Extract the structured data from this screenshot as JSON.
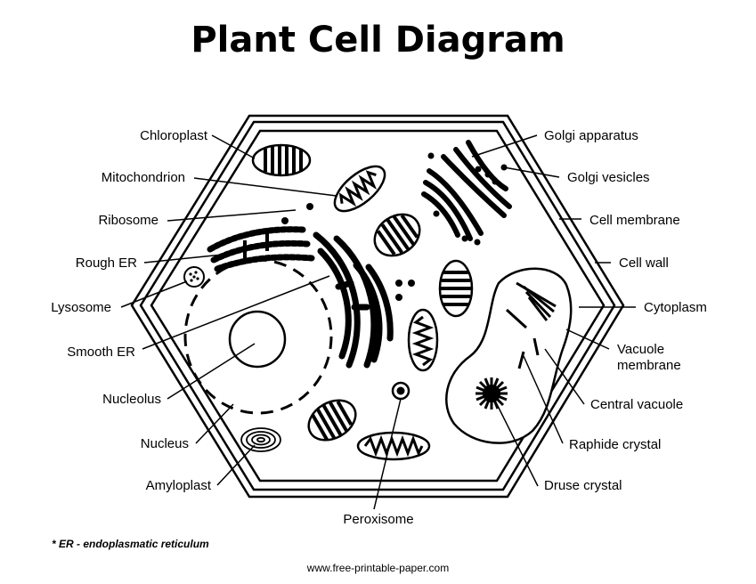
{
  "title": "Plant Cell Diagram",
  "labels": {
    "chloroplast": "Chloroplast",
    "mitochondrion": "Mitochondrion",
    "ribosome": "Ribosome",
    "rough_er": "Rough ER",
    "lysosome": "Lysosome",
    "smooth_er": "Smooth ER",
    "nucleolus": "Nucleolus",
    "nucleus": "Nucleus",
    "amyloplast": "Amyloplast",
    "peroxisome": "Peroxisome",
    "golgi_apparatus": "Golgi apparatus",
    "golgi_vesicles": "Golgi vesicles",
    "cell_membrane": "Cell membrane",
    "cell_wall": "Cell wall",
    "cytoplasm": "Cytoplasm",
    "vacuole_membrane_line1": "Vacuole",
    "vacuole_membrane_line2": "membrane",
    "central_vacuole": "Central vacuole",
    "raphide_crystal": "Raphide crystal",
    "druse_crystal": "Druse crystal"
  },
  "footnote": "* ER - endoplasmatic reticulum",
  "website": "www.free-printable-paper.com"
}
